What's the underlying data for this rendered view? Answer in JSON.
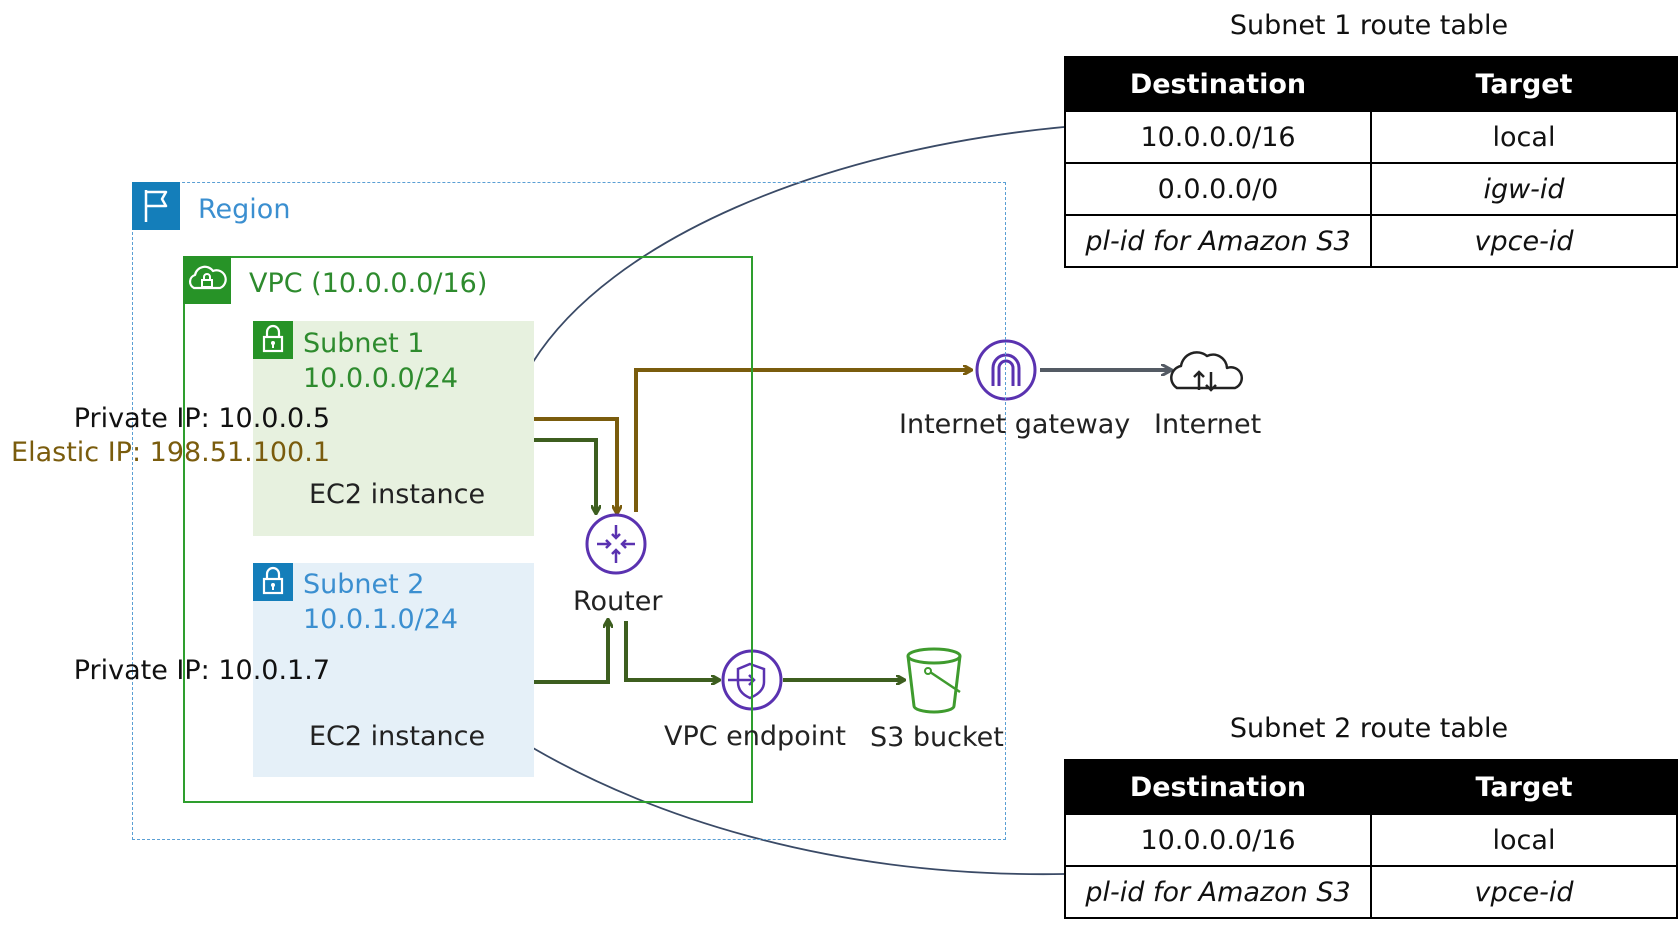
{
  "region": {
    "label": "Region"
  },
  "vpc": {
    "label": "VPC (10.0.0.0/16)"
  },
  "subnet1": {
    "name": "Subnet 1",
    "cidr": "10.0.0.0/24",
    "instance_label": "EC2 instance",
    "private_ip": "Private IP: 10.0.0.5",
    "elastic_ip": "Elastic IP: 198.51.100.1"
  },
  "subnet2": {
    "name": "Subnet 2",
    "cidr": "10.0.1.0/24",
    "instance_label": "EC2 instance",
    "private_ip": "Private IP: 10.0.1.7"
  },
  "router": {
    "label": "Router"
  },
  "igw": {
    "label": "Internet gateway"
  },
  "internet": {
    "label": "Internet"
  },
  "vpce": {
    "label": "VPC endpoint"
  },
  "s3": {
    "label": "S3 bucket"
  },
  "route_table_1": {
    "title": "Subnet 1 route table",
    "headers": [
      "Destination",
      "Target"
    ],
    "rows": [
      [
        "10.0.0.0/16",
        "local"
      ],
      [
        "0.0.0.0/0",
        "igw-id"
      ],
      [
        "pl-id for Amazon S3",
        "vpce-id"
      ]
    ]
  },
  "route_table_2": {
    "title": "Subnet 2 route table",
    "headers": [
      "Destination",
      "Target"
    ],
    "rows": [
      [
        "10.0.0.0/16",
        "local"
      ],
      [
        "pl-id for Amazon S3",
        "vpce-id"
      ]
    ]
  },
  "colors": {
    "region": "#147eba",
    "vpc": "#279327",
    "ec2": "#e8730e",
    "network_icon": "#5a32b0",
    "s3": "#3f9b2e",
    "internet_path": "#7a5c0d",
    "endpoint_path": "#3d5e1f"
  },
  "icons": {
    "region": "flag-icon",
    "vpc": "cloud-lock-icon",
    "subnet": "padlock-icon",
    "ec2": "chip-icon",
    "router": "router-icon",
    "igw": "gateway-arch-icon",
    "internet": "cloud-upload-download-icon",
    "vpce": "endpoint-shield-icon",
    "s3": "bucket-icon"
  }
}
